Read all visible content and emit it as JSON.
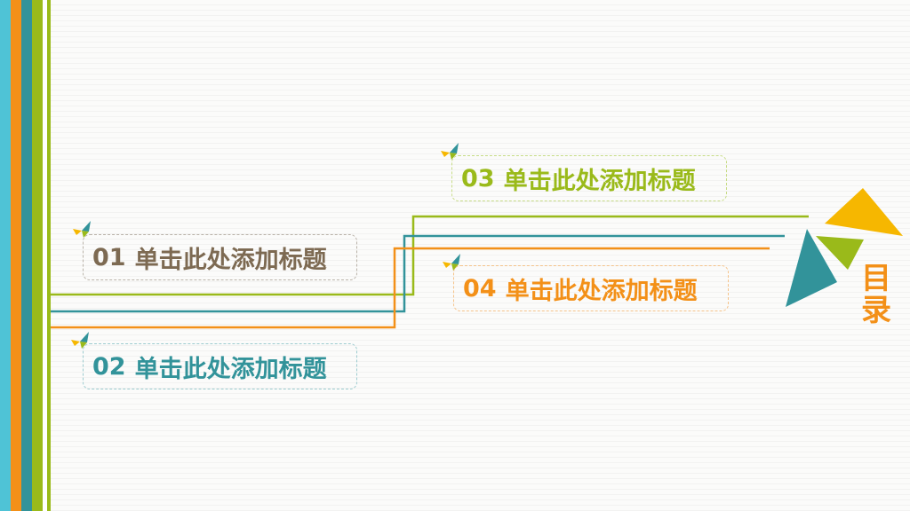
{
  "colors": {
    "orange": "#f39018",
    "teal": "#32939a",
    "green": "#9aba1a",
    "brown": "#7d6a52",
    "cyan": "#4fc3d6",
    "yellow": "#f6b700"
  },
  "items": [
    {
      "num": "01",
      "label": "单击此处添加标题"
    },
    {
      "num": "02",
      "label": "单击此处添加标题"
    },
    {
      "num": "03",
      "label": "单击此处添加标题"
    },
    {
      "num": "04",
      "label": "单击此处添加标题"
    }
  ],
  "catalog": {
    "char1": "目",
    "char2": "录"
  }
}
